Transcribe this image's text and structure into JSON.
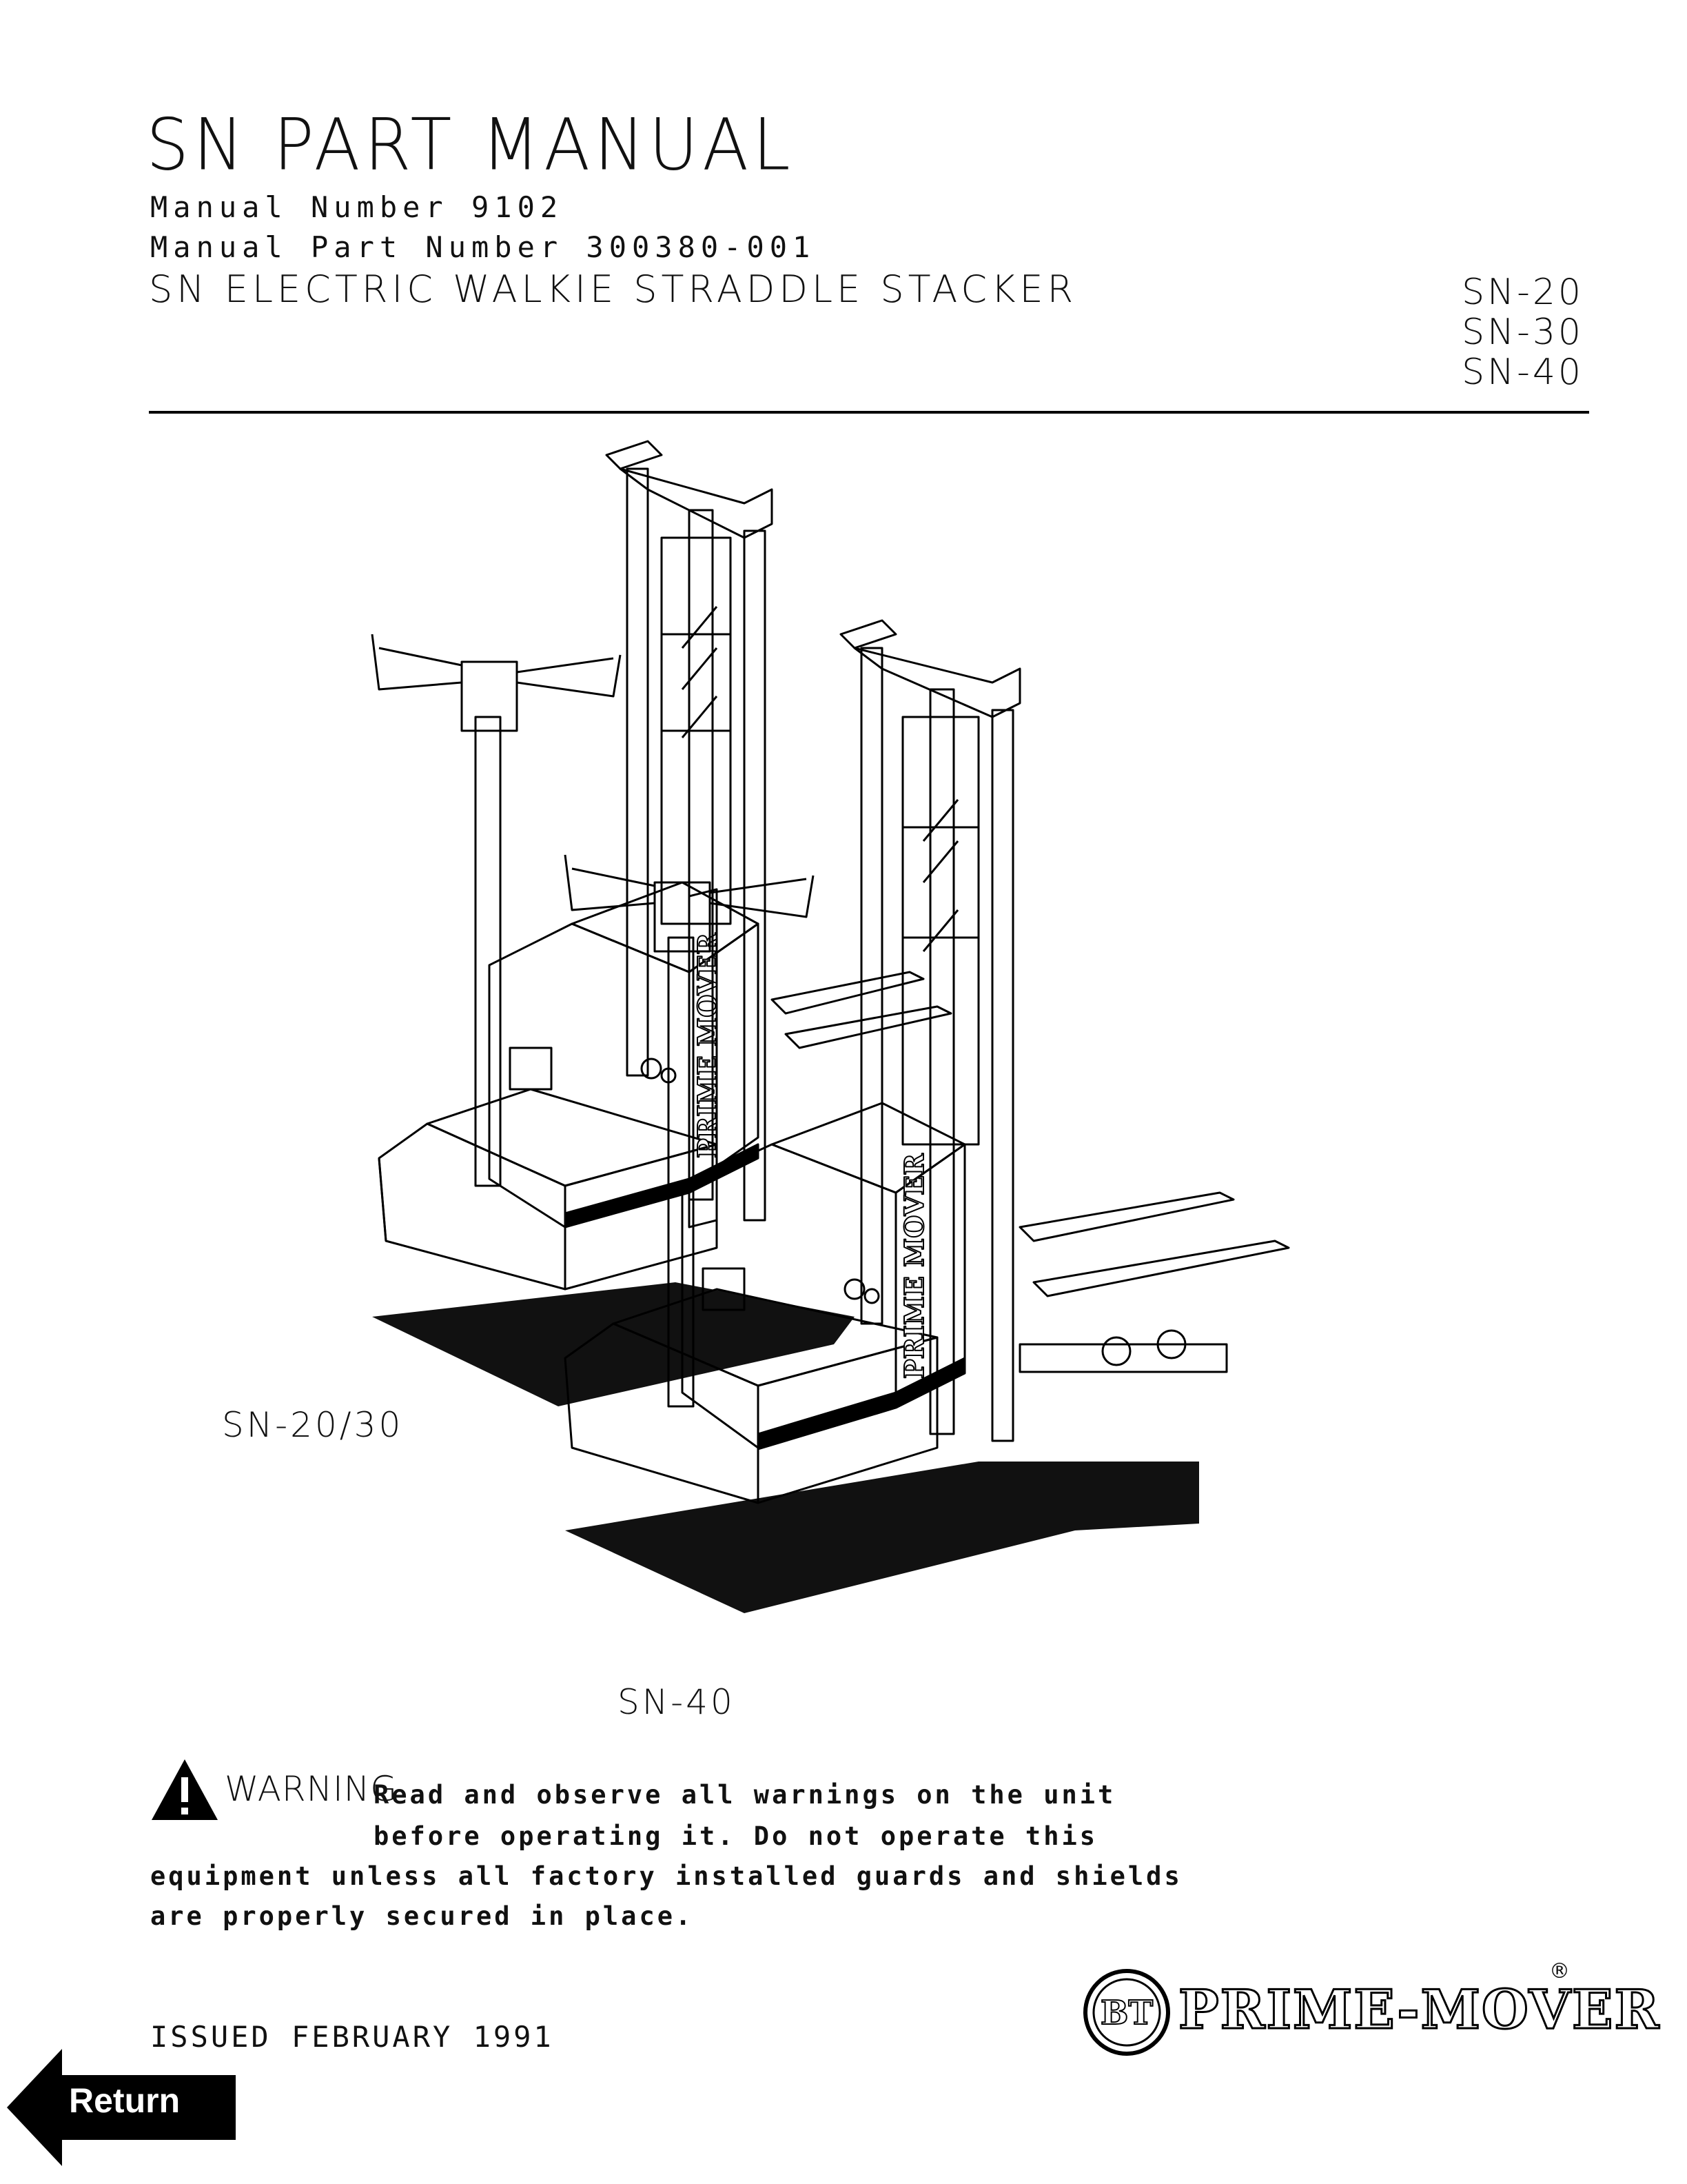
{
  "header": {
    "title": "SN PART MANUAL",
    "manual_number": "Manual Number 9102",
    "manual_part_number": "Manual Part Number 300380-001",
    "subtitle": "SN ELECTRIC WALKIE STRADDLE STACKER",
    "models": [
      "SN-20",
      "SN-30",
      "SN-40"
    ]
  },
  "illustration": {
    "captions": [
      "SN-20/30",
      "SN-40"
    ],
    "branding_text": "PRIME MOVER"
  },
  "warning": {
    "label": "WARNING",
    "lines": [
      "Read and observe all warnings on the unit",
      "before operating it. Do not operate this",
      "equipment unless all factory installed guards and shields",
      "are properly secured in place."
    ]
  },
  "footer": {
    "issued": "ISSUED FEBRUARY 1991",
    "brand_name": "PRIME-MOVER",
    "brand_logo_text": "BT",
    "registered_mark": "®"
  },
  "navigation": {
    "return_label": "Return"
  }
}
